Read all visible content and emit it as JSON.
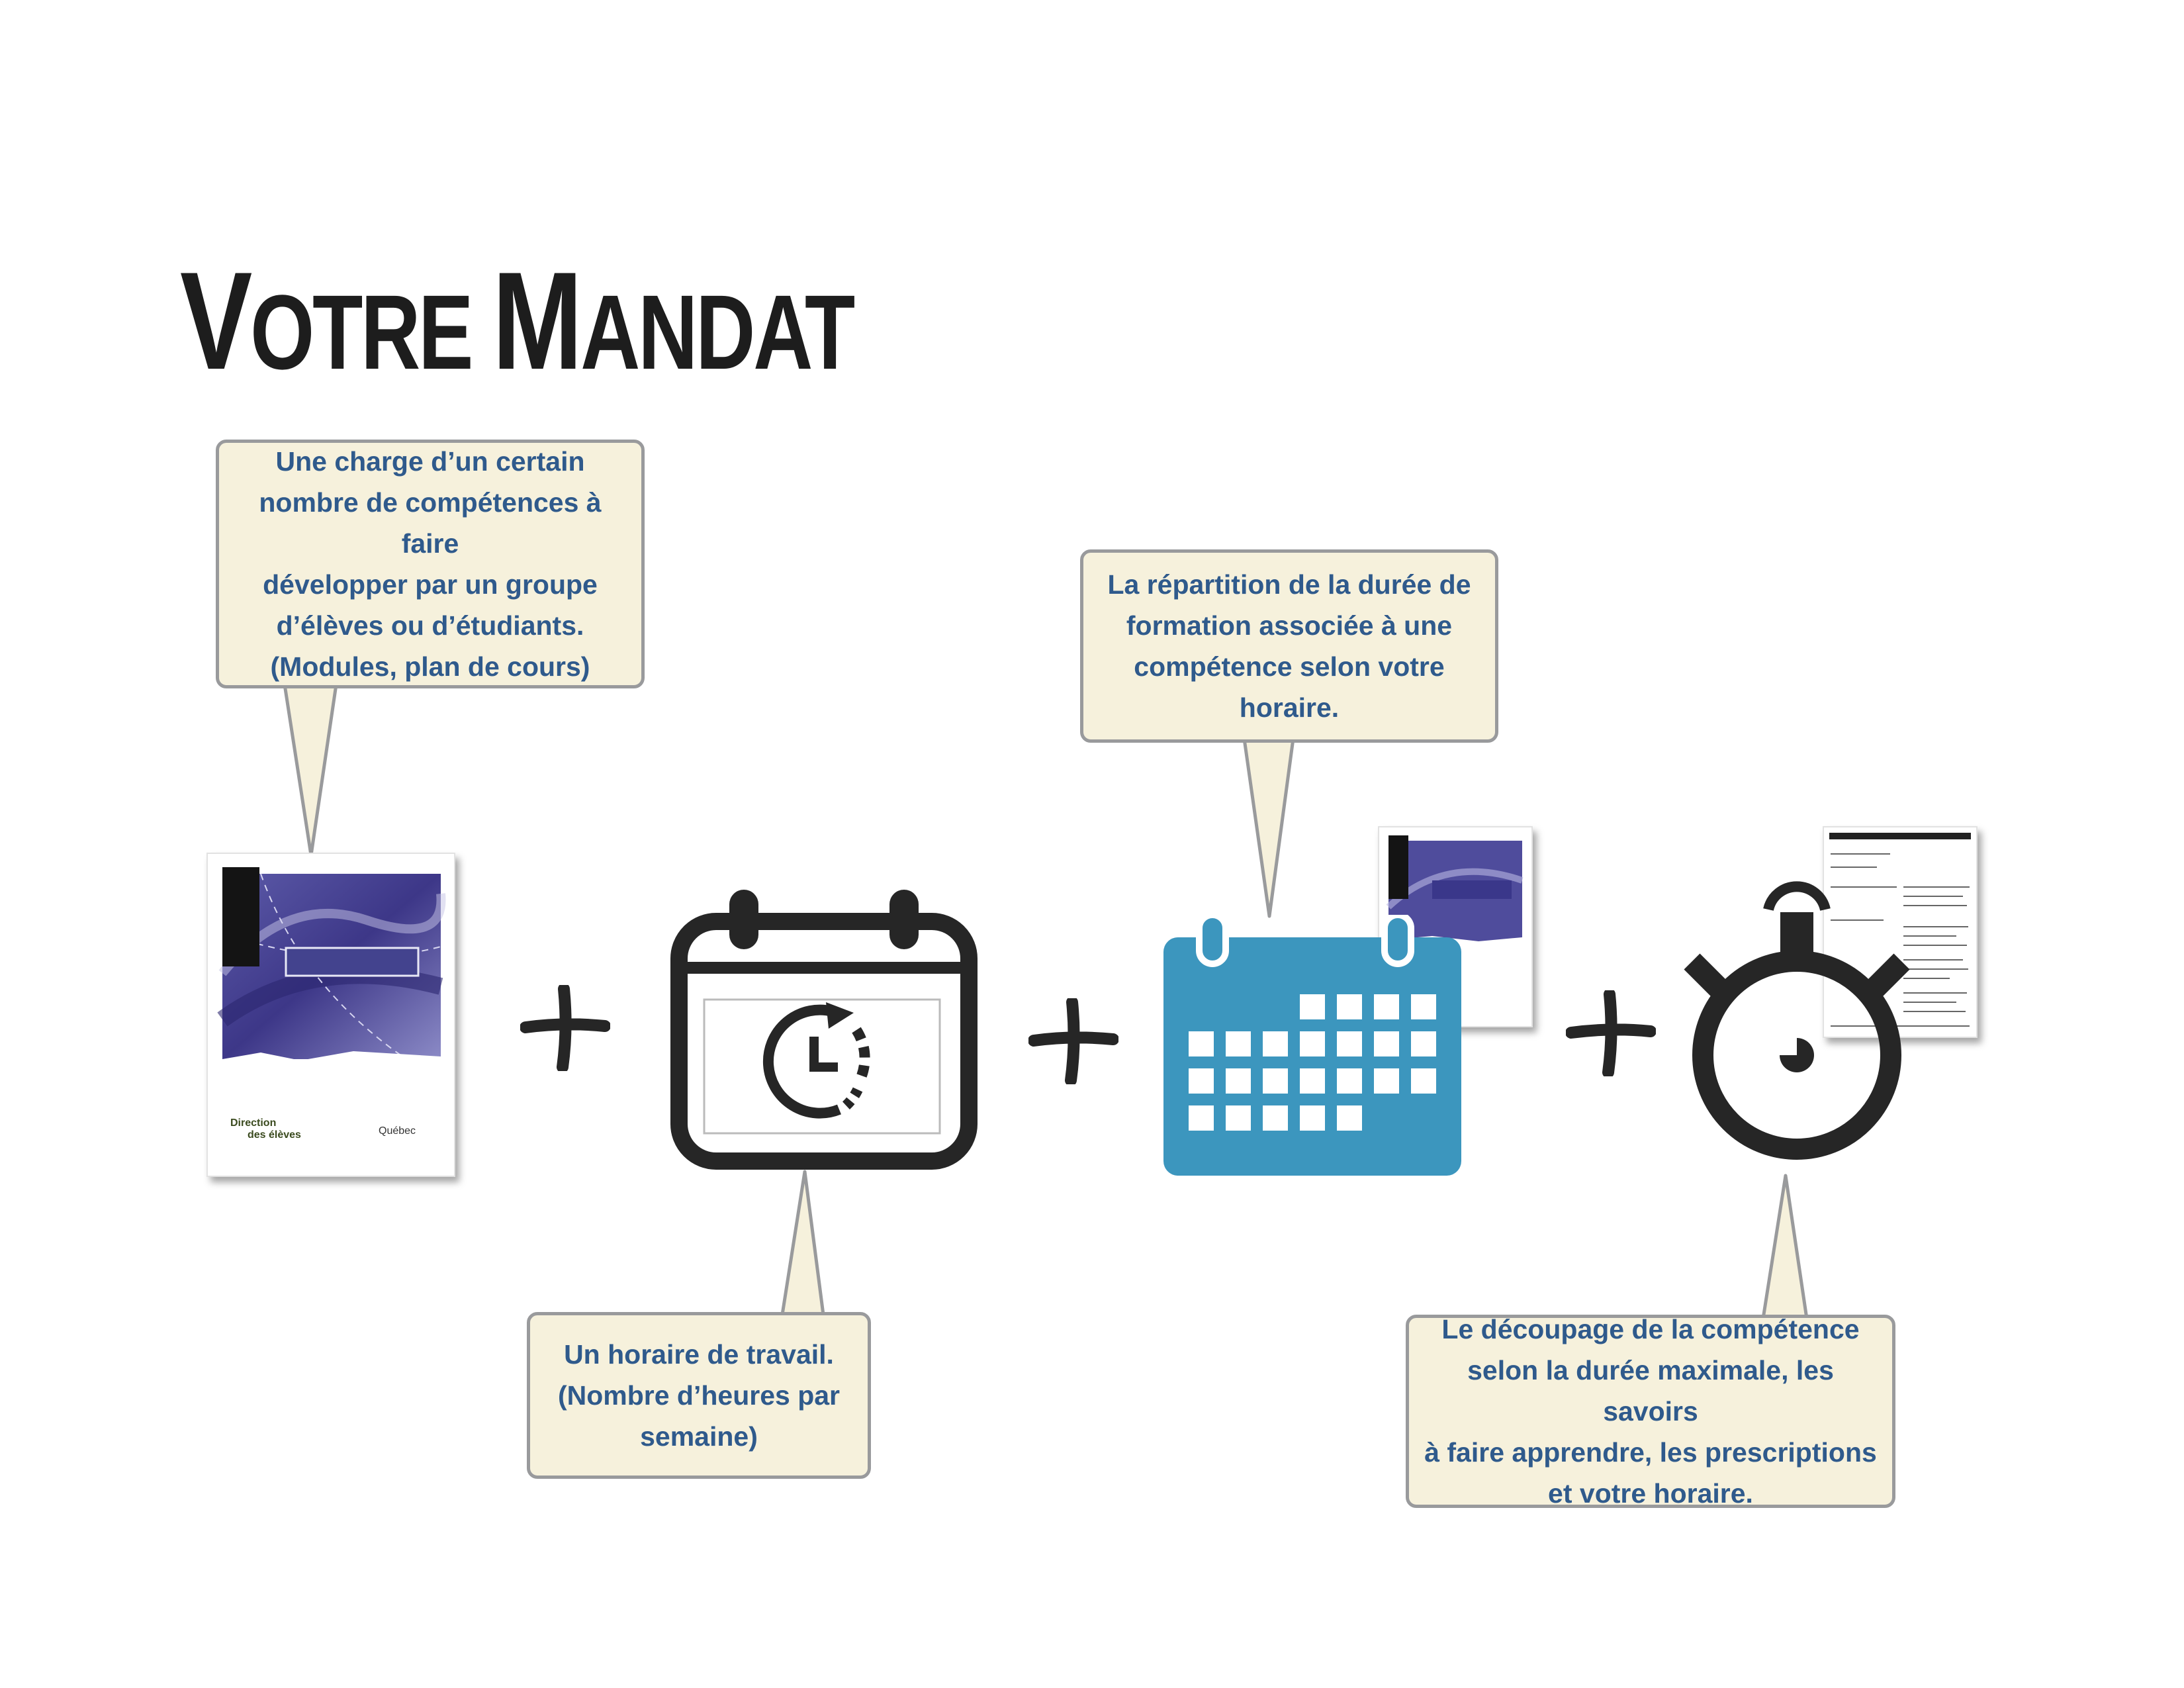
{
  "title": {
    "first_big": "V",
    "first_small": "OTRE ",
    "second_big": "M",
    "second_small": "ANDAT"
  },
  "callouts": [
    {
      "lines": [
        "Une charge d’un certain",
        "nombre de compétences à faire",
        "développer par un groupe",
        "d’élèves ou d’étudiants.",
        "(Modules, plan de cours)"
      ]
    },
    {
      "lines": [
        "Un horaire de travail.",
        "(Nombre d’heures par",
        "semaine)"
      ]
    },
    {
      "lines": [
        "La répartition de la durée de",
        "formation associée à une",
        "compétence selon votre",
        "horaire."
      ]
    },
    {
      "lines": [
        "Le découpage de la compétence",
        "selon la durée maximale, les savoirs",
        "à faire apprendre, les prescriptions",
        "et votre horaire."
      ]
    }
  ],
  "document_cover": {
    "logo_left_line1": "Direction",
    "logo_left_line2": "des élèves",
    "logo_right": "Québec"
  },
  "icons": [
    "program-document-icon",
    "schedule-clock-calendar-icon",
    "blue-calendar-icon",
    "stopwatch-icon"
  ],
  "colors": {
    "callout_bg": "#f6f1dc",
    "callout_border": "#999a9c",
    "callout_text": "#2f5a8c",
    "calendar_blue": "#3c96be",
    "icon_dark": "#262626",
    "cover_purple": "#4b4590"
  }
}
